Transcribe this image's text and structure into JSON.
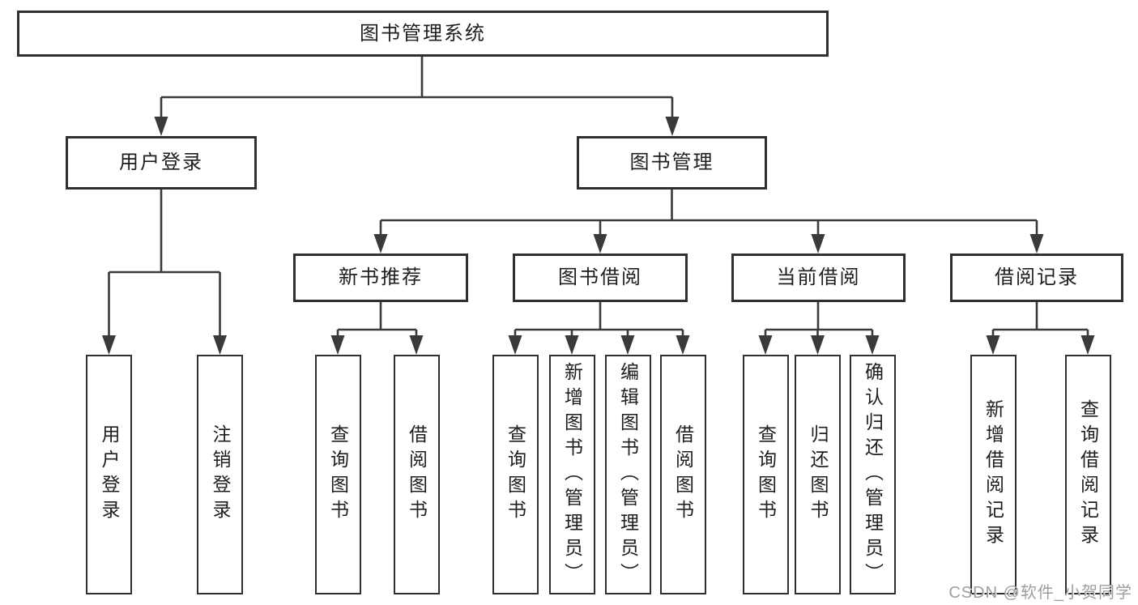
{
  "tree": {
    "root": {
      "label": "图书管理系统",
      "children": [
        {
          "label": "用户登录",
          "children": [
            {
              "label": "用户登录"
            },
            {
              "label": "注销登录"
            }
          ]
        },
        {
          "label": "图书管理",
          "children": [
            {
              "label": "新书推荐",
              "children": [
                {
                  "label": "查询图书"
                },
                {
                  "label": "借阅图书"
                }
              ]
            },
            {
              "label": "图书借阅",
              "children": [
                {
                  "label": "查询图书"
                },
                {
                  "label": "新增图书（管理员）"
                },
                {
                  "label": "编辑图书（管理员）"
                },
                {
                  "label": "借阅图书"
                }
              ]
            },
            {
              "label": "当前借阅",
              "children": [
                {
                  "label": "查询图书"
                },
                {
                  "label": "归还图书"
                },
                {
                  "label": "确认归还（管理员）"
                }
              ]
            },
            {
              "label": "借阅记录",
              "children": [
                {
                  "label": "新增借阅记录"
                },
                {
                  "label": "查询借阅记录"
                }
              ]
            }
          ]
        }
      ]
    }
  },
  "watermark": {
    "text": "CSDN @软件_小贺同学"
  },
  "colors": {
    "line": "#3a3a3a",
    "box_border": "#303030",
    "text": "#1e1e1e",
    "watermark": "#9e9e9e",
    "background": "#ffffff"
  }
}
